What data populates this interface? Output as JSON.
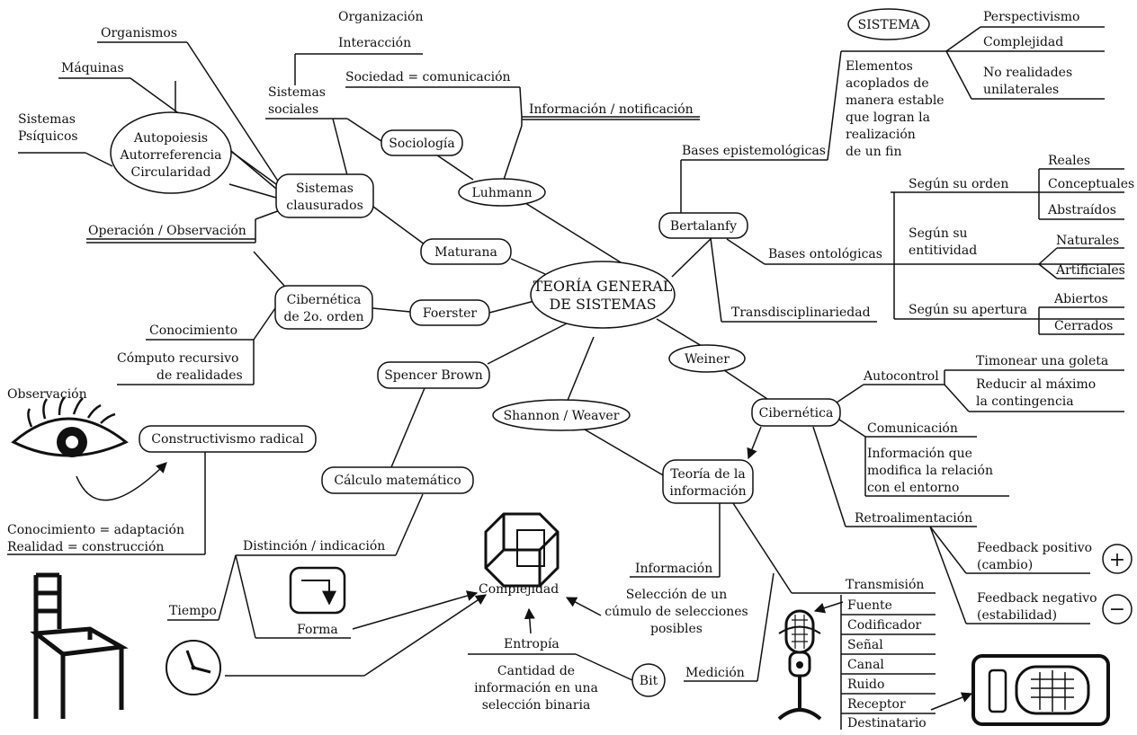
{
  "center": [
    "TEORÍA GENERAL",
    "DE SISTEMAS"
  ],
  "nodes": {
    "luhmann": "Luhmann",
    "sociologia": "Sociología",
    "sistemas_clausurados": [
      "Sistemas",
      "clausurados"
    ],
    "autopoiesis": [
      "Autopoiesis",
      "Autorreferencia",
      "Circularidad"
    ],
    "maturana": "Maturana",
    "cibernetica_2o": [
      "Cibernética",
      "de 2o. orden"
    ],
    "foerster": "Foerster",
    "spencer_brown": "Spencer Brown",
    "calculo": "Cálculo matemático",
    "shannon": "Shannon / Weaver",
    "teoria_info": [
      "Teoría de la",
      "información"
    ],
    "bertalanfy": "Bertalanfy",
    "weiner": "Weiner",
    "cibernetica": "Cibernética",
    "constructivismo": "Constructivismo radical",
    "sistema": "SISTEMA",
    "bit": "Bit"
  },
  "labels": {
    "organizacion": "Organización",
    "interaccion": "Interacción",
    "sociedad": "Sociedad = comunicación",
    "info_notif": "Información / notificación",
    "organismos": "Organismos",
    "maquinas": "Máquinas",
    "psiquicos": [
      "Sistemas",
      "Psíquicos"
    ],
    "sociales": [
      "Sistemas",
      "sociales"
    ],
    "operacion": "Operación / Observación",
    "conocimiento": "Conocimiento",
    "computo": [
      "Cómputo recursivo",
      "de realidades"
    ],
    "observacion": "Observación",
    "adaptacion": [
      "Conocimiento = adaptación",
      "Realidad = construcción"
    ],
    "distincion": "Distinción / indicación",
    "tiempo": "Tiempo",
    "forma": "Forma",
    "complejidad": "Complejidad",
    "entropia": "Entropía",
    "cantidad": [
      "Cantidad de",
      "información en una",
      "selección binaria"
    ],
    "informacion": "Información",
    "seleccion": [
      "Selección de un",
      "cúmulo de selecciones",
      "posibles"
    ],
    "medicion": "Medición",
    "transmision": "Transmisión",
    "transmision_items": [
      "Fuente",
      "Codificador",
      "Señal",
      "Canal",
      "Ruido",
      "Receptor",
      "Destinatario"
    ],
    "bases_epist": "Bases epistemológicas",
    "sistema_desc": [
      "Elementos",
      "acoplados de",
      "manera estable",
      "que logran la",
      "realización",
      "de un fin"
    ],
    "perspectivismo": "Perspectivismo",
    "complejidad2": "Complejidad",
    "no_realidades": [
      "No realidades",
      "unilaterales"
    ],
    "bases_onto": "Bases ontológicas",
    "segun_orden": "Según su orden",
    "reales": "Reales",
    "conceptuales": "Conceptuales",
    "abstraidos": "Abstraídos",
    "segun_entitividad": [
      "Según su",
      "entitividad"
    ],
    "naturales": "Naturales",
    "artificiales": "Artificiales",
    "segun_apertura": "Según su apertura",
    "abiertos": "Abiertos",
    "cerrados": "Cerrados",
    "transdisciplinariedad": "Transdisciplinariedad",
    "autocontrol": "Autocontrol",
    "timonear": "Timonear una goleta",
    "reducir": [
      "Reducir al máximo",
      "la contingencia"
    ],
    "comunicacion": "Comunicación",
    "info_modifica": [
      "Información que",
      "modifica la relación",
      "con el entorno"
    ],
    "retroalimentacion": "Retroalimentación",
    "feedback_pos": [
      "Feedback positivo",
      "(cambio)"
    ],
    "feedback_neg": [
      "Feedback negativo",
      "(estabilidad)"
    ],
    "plus": "+",
    "minus": "−"
  }
}
